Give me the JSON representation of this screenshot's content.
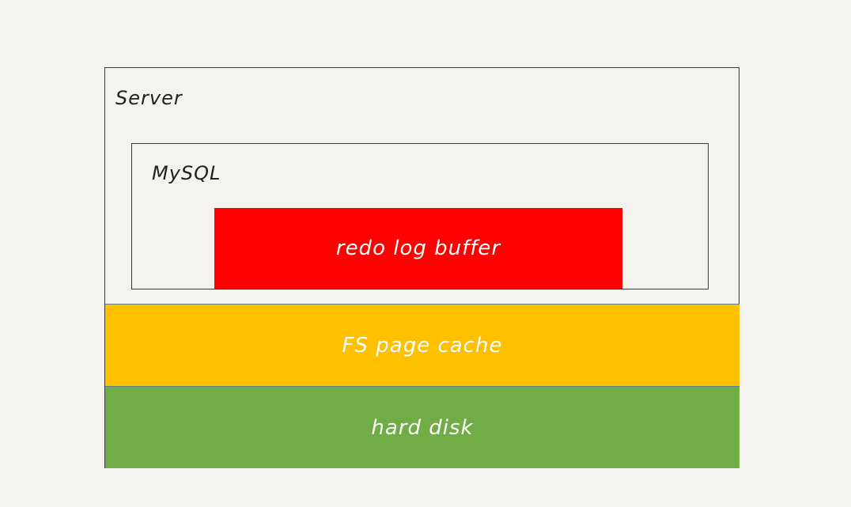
{
  "server": {
    "label": "Server"
  },
  "mysql": {
    "label": "MySQL"
  },
  "redo_log_buffer": {
    "label": "redo log buffer",
    "color": "#ff0000"
  },
  "fs_page_cache": {
    "label": "FS page cache",
    "color": "#ffc000"
  },
  "hard_disk": {
    "label": "hard disk",
    "color": "#70ad47"
  }
}
